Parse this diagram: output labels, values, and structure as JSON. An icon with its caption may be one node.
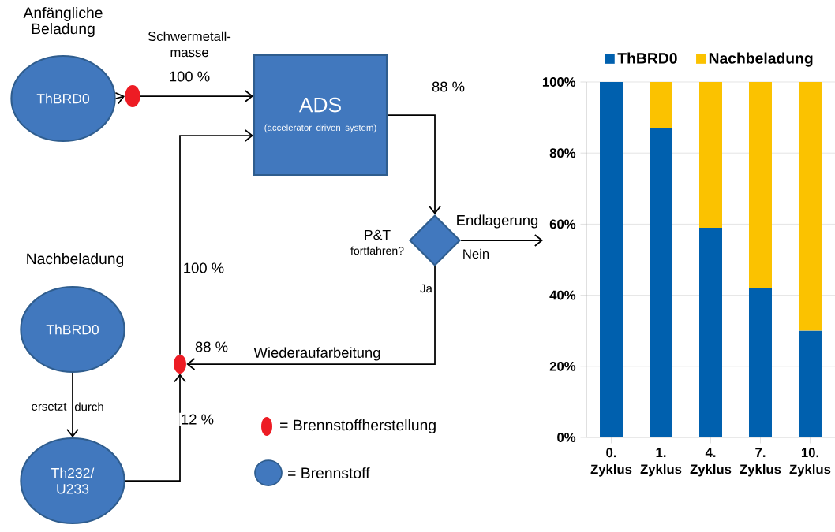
{
  "diagram": {
    "nodes": [
      {
        "text": [
          "ThBRD0"
        ],
        "beside": [
          "Anfängliche Beladung"
        ]
      },
      {
        "text": [],
        "shape": "ellipse"
      },
      {
        "text": [
          "ADS",
          "(accelerator driven system)"
        ]
      },
      {
        "text": [],
        "shape": "diamond",
        "beside": [
          "P&T",
          "fortfahren?"
        ]
      },
      {
        "text": [
          "ThBRD0"
        ],
        "beside": [
          "Nachbeladung"
        ]
      },
      {
        "text": [
          "Th232/ U233"
        ]
      },
      {
        "text": [],
        "shape": "ellipse"
      }
    ],
    "edges": [
      {
        "from": 0,
        "to": 1,
        "arrow": "to"
      },
      {
        "from": 1,
        "to": 2,
        "arrow": "to",
        "label": "100 %"
      },
      {
        "from": 2,
        "to": 3,
        "arrow": "to",
        "label": "88 %"
      },
      {
        "from": 3,
        "to": null,
        "arrow": "to",
        "label": "Endlagerung"
      },
      {
        "from": 3,
        "to": 6,
        "arrow": "to",
        "label": "Wiederaufarbeitung"
      },
      {
        "from": 4,
        "to": 5,
        "arrow": "to"
      },
      {
        "from": 5,
        "to": 6,
        "arrow": "to",
        "label": "12 %"
      },
      {
        "from": 6,
        "to": 2,
        "arrow": "to",
        "label": "100 %"
      }
    ],
    "labels": [
      "Schwermetall- masse",
      "Nein",
      "Ja",
      "88 %",
      "ersetzt",
      "durch"
    ],
    "legend": [
      {
        "text": "= Brennstoffherstellung"
      },
      {
        "text": "= Brennstoff"
      }
    ],
    "chart_data": {
      "type": "bar",
      "stacked": true,
      "orientation": "vertical",
      "categories": [
        "0. Zyklus",
        "1. Zyklus",
        "4. Zyklus",
        "7. Zyklus",
        "10. Zyklus"
      ],
      "series": [
        {
          "name": "ThBRD0",
          "color": "#0060ae",
          "values": [
            100,
            87,
            59,
            42,
            30
          ]
        },
        {
          "name": "Nachbeladung",
          "color": "#fbc200",
          "values": [
            0,
            13,
            41,
            58,
            70
          ]
        }
      ],
      "ylim": [
        0,
        100
      ],
      "grid": "y",
      "legend": "top",
      "yticks": [
        {
          "value": 0,
          "label": "0%"
        },
        {
          "value": 20,
          "label": "20%"
        },
        {
          "value": 40,
          "label": "40%"
        },
        {
          "value": 60,
          "label": "60%"
        },
        {
          "value": 80,
          "label": "80%"
        },
        {
          "value": 100,
          "label": "100%"
        }
      ]
    }
  }
}
